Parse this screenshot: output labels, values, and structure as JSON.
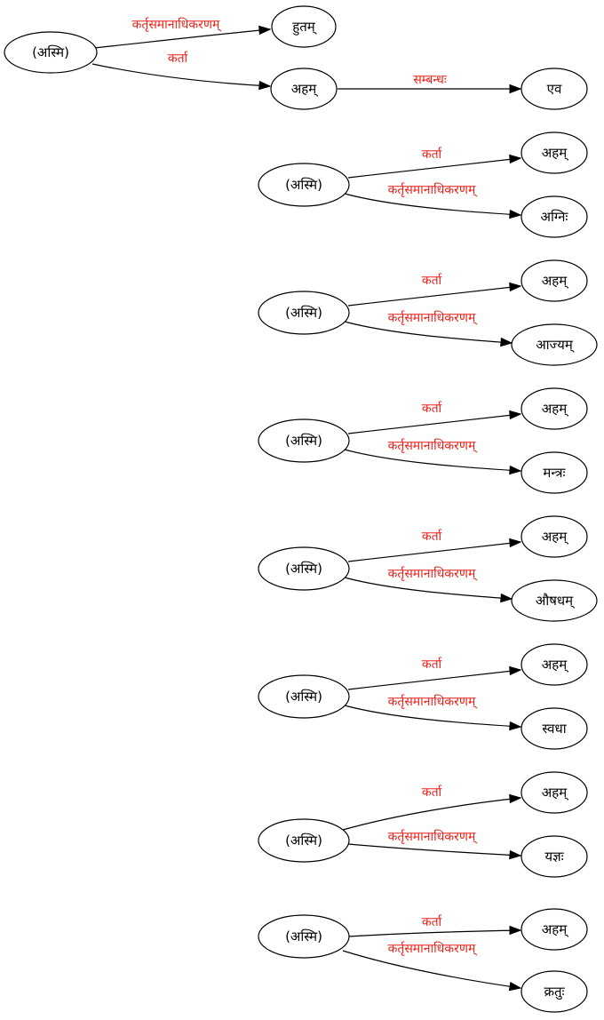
{
  "diagram": {
    "label_color": "#e8211a",
    "line_color": "#000000",
    "nodes": [
      {
        "id": "n0",
        "label": "(अस्मि)"
      },
      {
        "id": "n1",
        "label": "हुतम्"
      },
      {
        "id": "n2",
        "label": "अहम्"
      },
      {
        "id": "n3",
        "label": "एव"
      },
      {
        "id": "n4",
        "label": "(अस्मि)"
      },
      {
        "id": "n5",
        "label": "अहम्"
      },
      {
        "id": "n6",
        "label": "अग्निः"
      },
      {
        "id": "n7",
        "label": "(अस्मि)"
      },
      {
        "id": "n8",
        "label": "अहम्"
      },
      {
        "id": "n9",
        "label": "आज्यम्"
      },
      {
        "id": "n10",
        "label": "(अस्मि)"
      },
      {
        "id": "n11",
        "label": "अहम्"
      },
      {
        "id": "n12",
        "label": "मन्त्रः"
      },
      {
        "id": "n13",
        "label": "(अस्मि)"
      },
      {
        "id": "n14",
        "label": "अहम्"
      },
      {
        "id": "n15",
        "label": "औषधम्"
      },
      {
        "id": "n16",
        "label": "(अस्मि)"
      },
      {
        "id": "n17",
        "label": "अहम्"
      },
      {
        "id": "n18",
        "label": "स्वधा"
      },
      {
        "id": "n19",
        "label": "(अस्मि)"
      },
      {
        "id": "n20",
        "label": "अहम्"
      },
      {
        "id": "n21",
        "label": "यज्ञः"
      },
      {
        "id": "n22",
        "label": "(अस्मि)"
      },
      {
        "id": "n23",
        "label": "अहम्"
      },
      {
        "id": "n24",
        "label": "क्रतुः"
      }
    ],
    "edges": [
      {
        "from": "n0",
        "to": "n1",
        "label": "कर्तृसमानाधिकरणम्"
      },
      {
        "from": "n0",
        "to": "n2",
        "label": "कर्ता"
      },
      {
        "from": "n2",
        "to": "n3",
        "label": "सम्बन्धः"
      },
      {
        "from": "n4",
        "to": "n5",
        "label": "कर्ता"
      },
      {
        "from": "n4",
        "to": "n6",
        "label": "कर्तृसमानाधिकरणम्"
      },
      {
        "from": "n7",
        "to": "n8",
        "label": "कर्ता"
      },
      {
        "from": "n7",
        "to": "n9",
        "label": "कर्तृसमानाधिकरणम्"
      },
      {
        "from": "n10",
        "to": "n11",
        "label": "कर्ता"
      },
      {
        "from": "n10",
        "to": "n12",
        "label": "कर्तृसमानाधिकरणम्"
      },
      {
        "from": "n13",
        "to": "n14",
        "label": "कर्ता"
      },
      {
        "from": "n13",
        "to": "n15",
        "label": "कर्तृसमानाधिकरणम्"
      },
      {
        "from": "n16",
        "to": "n17",
        "label": "कर्ता"
      },
      {
        "from": "n16",
        "to": "n18",
        "label": "कर्तृसमानाधिकरणम्"
      },
      {
        "from": "n19",
        "to": "n20",
        "label": "कर्ता"
      },
      {
        "from": "n19",
        "to": "n21",
        "label": "कर्तृसमानाधिकरणम्"
      },
      {
        "from": "n22",
        "to": "n23",
        "label": "कर्ता"
      },
      {
        "from": "n22",
        "to": "n24",
        "label": "कर्तृसमानाधिकरणम्"
      }
    ]
  }
}
